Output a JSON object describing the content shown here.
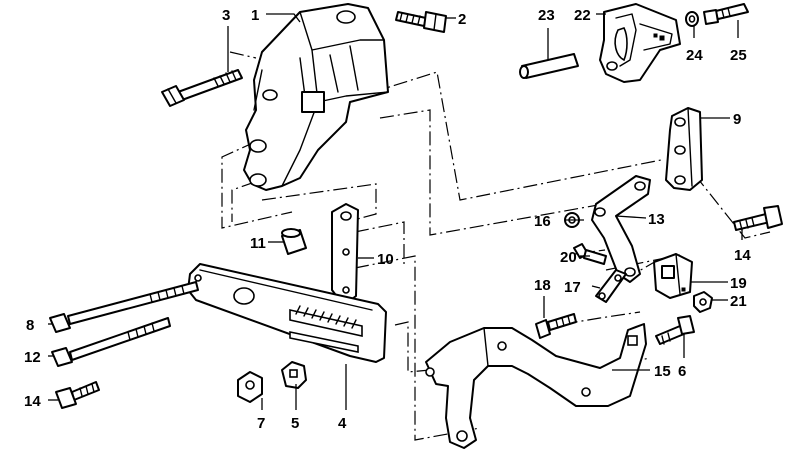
{
  "callouts": {
    "p1": "1",
    "p2": "2",
    "p3": "3",
    "p4": "4",
    "p5": "5",
    "p6": "6",
    "p7": "7",
    "p8": "8",
    "p9": "9",
    "p10": "10",
    "p11": "11",
    "p12": "12",
    "p13": "13",
    "p14a": "14",
    "p14b": "14",
    "p15": "15",
    "p16": "16",
    "p17": "17",
    "p18": "18",
    "p19": "19",
    "p20": "20",
    "p21": "21",
    "p22": "22",
    "p23": "23",
    "p24": "24",
    "p25": "25"
  }
}
